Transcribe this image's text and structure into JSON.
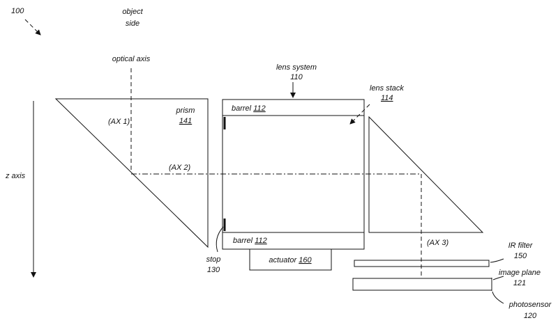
{
  "figure": {
    "figure_number": "100",
    "object_side": [
      "object",
      "side"
    ],
    "optical_axis_label": "optical axis",
    "z_axis_label": "z axis",
    "axes": {
      "ax1": "(AX 1)",
      "ax2": "(AX 2)",
      "ax3": "(AX 3)"
    },
    "prism": {
      "name": "prism",
      "number": "141"
    },
    "lens_system": {
      "name": "lens system",
      "number": "110"
    },
    "lens_stack": {
      "name": "lens stack",
      "number": "114"
    },
    "barrel_top": {
      "name": "barrel",
      "number": "112"
    },
    "barrel_bottom": {
      "name": "barrel",
      "number": "112"
    },
    "stop": {
      "name": "stop",
      "number": "130"
    },
    "actuator": {
      "name": "actuator",
      "number": "160"
    },
    "ir_filter": {
      "name": "IR filter",
      "number": "150"
    },
    "image_plane": {
      "name": "image plane",
      "number": "121"
    },
    "photosensor": {
      "name": "photosensor",
      "number": "120"
    }
  }
}
